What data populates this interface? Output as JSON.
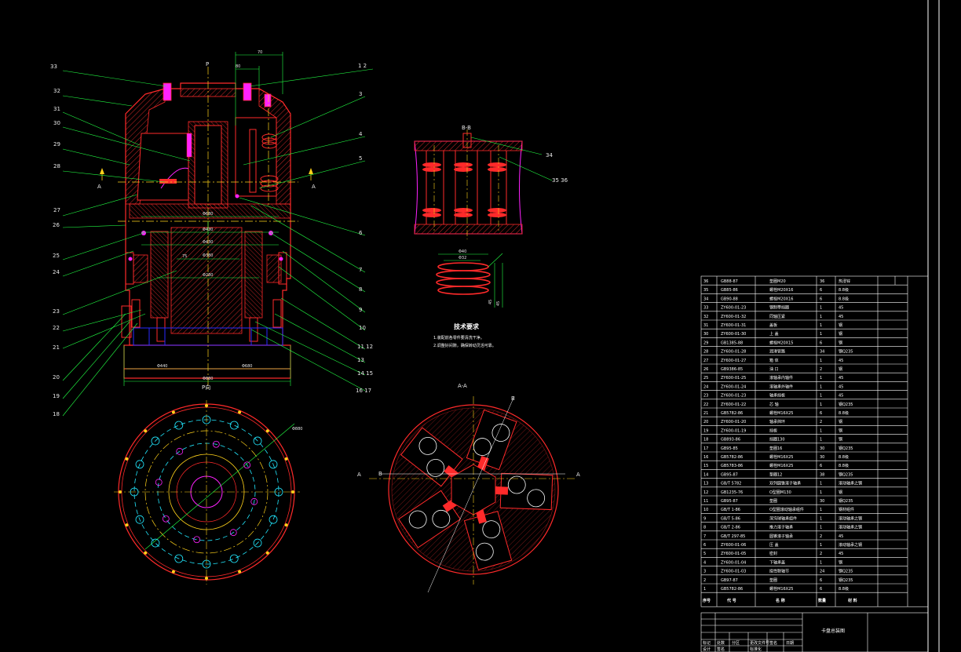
{
  "drawing": {
    "background": "#000000",
    "colors": {
      "outline": "#ff2a2a",
      "leader": "#22ff44",
      "hatch": "#ff3030",
      "center": "#ffd21a",
      "dimension": "#22ff44",
      "accent": "#ff22ff",
      "blue": "#2a2aff",
      "cyan": "#22e8ff",
      "text": "#ffffff",
      "border": "#ffffff"
    },
    "main_view": {
      "top_dims": [
        "70",
        "80"
      ],
      "section_mark_left": "A",
      "section_mark_right": "A",
      "view_mark": "P",
      "inner_dims": [
        "Φ680",
        "Φ430",
        "Φ430",
        "Φ380",
        "75",
        "Φ280"
      ],
      "bottom_dims": [
        "Φ440",
        "Φ680",
        "Φ880"
      ],
      "left_labels": [
        "33",
        "32",
        "31",
        "30",
        "29",
        "28",
        "27",
        "26",
        "25",
        "24",
        "23",
        "22",
        "21",
        "20",
        "19",
        "18"
      ],
      "right_labels": [
        "1 2",
        "3",
        "4",
        "5",
        "6",
        "7",
        "8",
        "9",
        "10",
        "11 12",
        "13",
        "14 15",
        "16 17"
      ]
    },
    "view_p": {
      "title": "P向",
      "dim": "Φ880"
    },
    "section_bb": {
      "title": "B-B",
      "labels": [
        "34",
        "35 36"
      ]
    },
    "section_aa": {
      "title": "A-A",
      "marks": [
        "A",
        "B",
        "A",
        "B"
      ]
    },
    "detail": {
      "dims": [
        "Φ40",
        "Φ32",
        "45",
        "45"
      ]
    },
    "tech_req": {
      "title": "技术要求",
      "lines": [
        "1.装配前各零件要清洗干净。",
        "2.调整好间隙，确保转动灵活可靠。"
      ]
    },
    "parts_table": {
      "rows": [
        [
          "36",
          "GB88-87",
          "垫圈M20",
          "36",
          "热浸锌"
        ],
        [
          "35",
          "GB85-86",
          "螺栓M20X16",
          "6",
          "8.8级"
        ],
        [
          "34",
          "GB90-88",
          "螺栓M20X16",
          "6",
          "8.8级"
        ],
        [
          "33",
          "ZY600-01-23",
          "钢制带挡圈",
          "1",
          "45"
        ],
        [
          "32",
          "ZY600-01-32",
          "同轴压紧",
          "1",
          "45"
        ],
        [
          "31",
          "ZY600-01-31",
          "盖板",
          "1",
          "钢"
        ],
        [
          "30",
          "ZY600-01-30",
          "上 盖",
          "1",
          "钢"
        ],
        [
          "29",
          "GB1385-88",
          "螺栓M20X15",
          "6",
          "钢"
        ],
        [
          "28",
          "ZY600-01-28",
          "润滑管路",
          "34",
          "钢Q235"
        ],
        [
          "27",
          "ZY600-01-27",
          "箱 体",
          "1",
          "45"
        ],
        [
          "26",
          "GB9386-85",
          "油 口",
          "2",
          "钢"
        ],
        [
          "25",
          "ZY600-01-25",
          "滚轴承内轴件",
          "1",
          "45"
        ],
        [
          "24",
          "ZY600-01-24",
          "滚轴承外轴件",
          "1",
          "45"
        ],
        [
          "23",
          "ZY600-01-23",
          "轴承挡板",
          "1",
          "45"
        ],
        [
          "22",
          "ZY600-01-22",
          "芯 轴",
          "1",
          "钢Q235"
        ],
        [
          "21",
          "GB5782-86",
          "螺栓M16X25",
          "6",
          "8.8级"
        ],
        [
          "20",
          "ZY600-01-20",
          "轴承挡环",
          "2",
          "钢"
        ],
        [
          "19",
          "ZY600-01-19",
          "挡板",
          "1",
          "钢"
        ],
        [
          "18",
          "GB893-86",
          "挡圈130",
          "1",
          "钢"
        ],
        [
          "17",
          "GB95-85",
          "垫圈16",
          "30",
          "钢Q235"
        ],
        [
          "16",
          "GB5782-86",
          "螺栓M16X25",
          "30",
          "8.8级"
        ],
        [
          "15",
          "GB5783-86",
          "螺栓M16X25",
          "6",
          "8.8级"
        ],
        [
          "14",
          "GB95-87",
          "垫圈12",
          "38",
          "钢Q235"
        ],
        [
          "13",
          "GB/T 5782",
          "双列圆锥滚子轴承",
          "1",
          "滚动轴承之钢"
        ],
        [
          "12",
          "GB1235-76",
          "O型圈M130",
          "1",
          "钢"
        ],
        [
          "11",
          "GB95-87",
          "垫圈",
          "30",
          "钢Q235"
        ],
        [
          "10",
          "GB/T 1-86",
          "O型圈滚动轴承组件",
          "1",
          "钢材组件"
        ],
        [
          "9",
          "GB/T 5-86",
          "深沟球轴承组件",
          "1",
          "滚动轴承之钢"
        ],
        [
          "8",
          "GB/T 2-86",
          "推力滚子轴承",
          "1",
          "滚动轴承之钢"
        ],
        [
          "7",
          "GB/T 297-85",
          "圆锥滚子轴承",
          "2",
          "45"
        ],
        [
          "6",
          "ZY600-01-06",
          "压 盖",
          "1",
          "滚动轴承之钢"
        ],
        [
          "5",
          "ZY600-01-05",
          "密封",
          "2",
          "45"
        ],
        [
          "4",
          "ZY600-01-04",
          "下轴承盖",
          "1",
          "钢"
        ],
        [
          "3",
          "ZY600-01-03",
          "挠性联轴节",
          "24",
          "钢Q235"
        ],
        [
          "2",
          "GB97-87",
          "垫圈",
          "6",
          "钢Q235"
        ],
        [
          "1",
          "GB5782-86",
          "螺栓M16X25",
          "6",
          "8.8级"
        ]
      ],
      "header": [
        "序号",
        "代 号",
        "名 称",
        "数量",
        "材 料"
      ]
    },
    "title_block": {
      "title": "卡盘总装图",
      "row1": [
        "标记",
        "处数",
        "分区",
        "更改文件号",
        "签名",
        "日期"
      ],
      "row2": [
        "设计",
        "签名",
        "",
        "标准化"
      ]
    }
  }
}
